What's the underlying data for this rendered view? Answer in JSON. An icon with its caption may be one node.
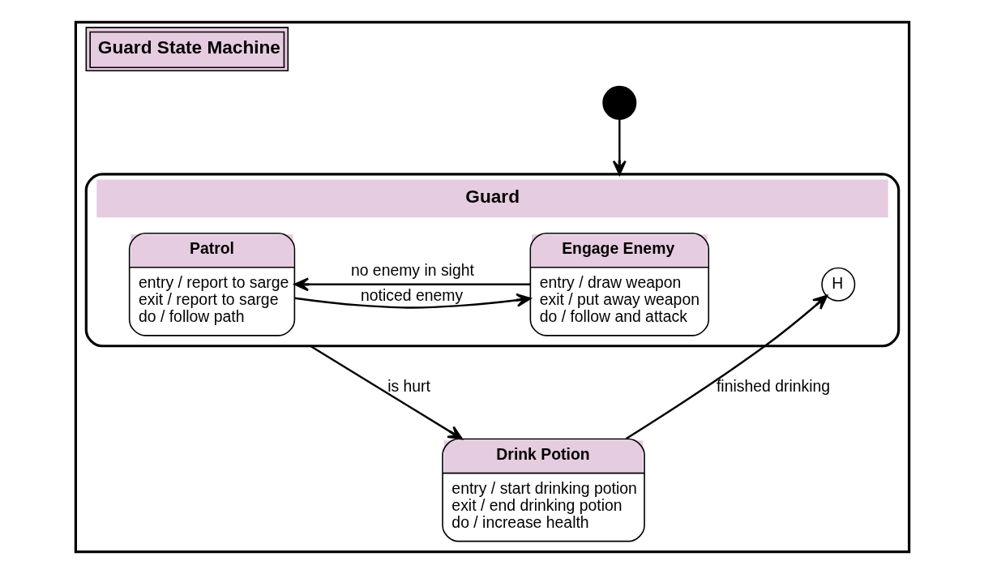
{
  "diagram": {
    "nodes": [
      {
        "text": [
          "Guard State Machine"
        ]
      },
      {
        "text": [
          "Guard"
        ],
        "in": 0
      },
      {
        "text": [
          "H"
        ],
        "in": 1
      },
      {
        "text": [
          "Patrol",
          "entry / report to sarge",
          "exit / report to sarge",
          "do / follow path"
        ],
        "in": 1
      },
      {
        "text": [
          "Engage Enemy",
          "entry / draw weapon",
          "exit / put away weapon",
          "do / follow and attack"
        ],
        "in": 1
      },
      {
        "text": [
          "Drink Potion",
          "entry / start drinking potion",
          "exit / end drinking potion",
          "do / increase health"
        ],
        "in": 0
      },
      {
        "text": [],
        "shape": "circle",
        "in": 0
      }
    ],
    "edges": [
      {
        "from": 3,
        "to": 4,
        "arrow": "to",
        "label": "noticed enemy"
      },
      {
        "from": 4,
        "to": 3,
        "arrow": "to",
        "label": "no enemy in sight"
      },
      {
        "from": 1,
        "to": 5,
        "arrow": "to",
        "label": "is hurt"
      },
      {
        "from": 5,
        "to": 2,
        "arrow": "to",
        "label": "finished drinking"
      },
      {
        "from": 6,
        "to": 1,
        "arrow": "to"
      }
    ]
  }
}
